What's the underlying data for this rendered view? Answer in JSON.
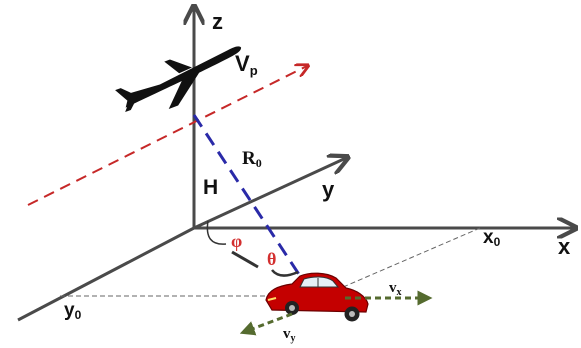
{
  "diagram": {
    "labels": {
      "z": "z",
      "y": "y",
      "x": "x",
      "vp_main": "V",
      "vp_sub": "p",
      "r0_main": "R",
      "r0_sub": "0",
      "h": "H",
      "x0_main": "x",
      "x0_sub": "0",
      "y0_main": "y",
      "y0_sub": "0",
      "phi": "φ",
      "theta": "θ",
      "vx_main": "v",
      "vx_sub": "x",
      "vy_main": "v",
      "vy_sub": "y"
    },
    "colors": {
      "axis": "#4a4a4a",
      "aircraft_path": "#c62828",
      "slant_range": "#2a2aa8",
      "angle_label": "#d32f2f",
      "velocity_arrow": "#556b2f",
      "car_body": "#c40000",
      "aircraft": "#111111"
    }
  }
}
